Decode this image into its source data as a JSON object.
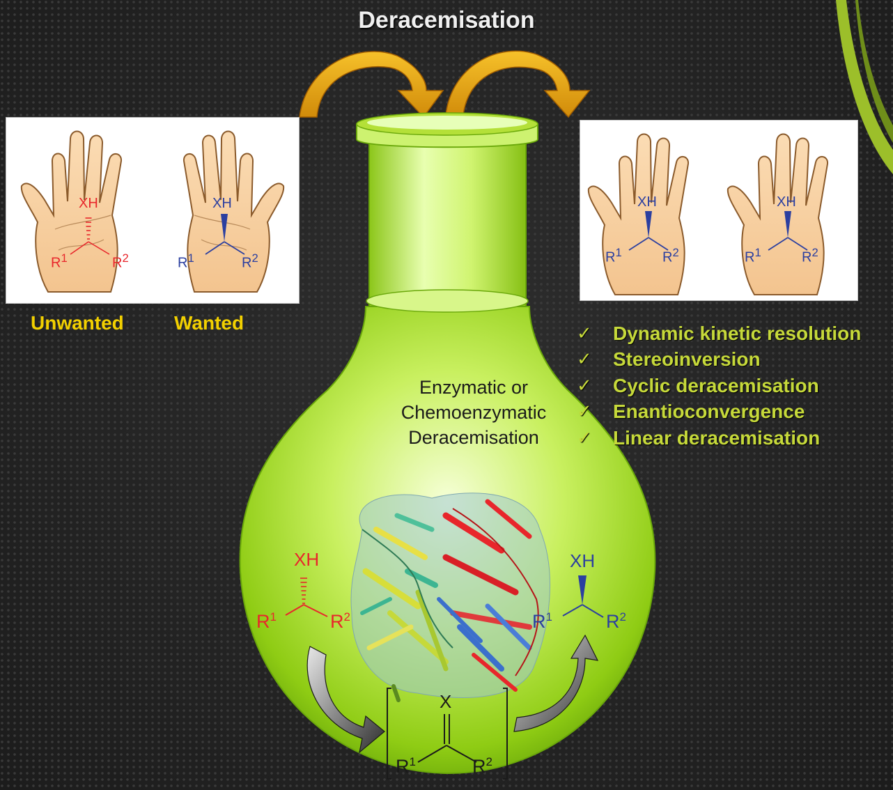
{
  "title": "Deracemisation",
  "hands": {
    "unwanted_label": "Unwanted",
    "wanted_label": "Wanted",
    "group_label": "XH",
    "r1": "R",
    "r1_sup": "1",
    "r2": "R",
    "r2_sup": "2"
  },
  "flask": {
    "line1": "Enzymatic or",
    "line2": "Chemoenzymatic",
    "line3": "Deracemisation"
  },
  "molecules": {
    "xh": "XH",
    "x": "X",
    "r": "R",
    "sup1": "1",
    "sup2": "2"
  },
  "methods": [
    "Dynamic kinetic resolution",
    "Stereoinversion",
    "Cyclic deracemisation",
    "Enantioconvergence",
    "Linear deracemisation"
  ],
  "check_mark": "✓",
  "colors": {
    "unwanted": "#e8262b",
    "wanted": "#2b3fa0",
    "accent_yellow": "#f2d000",
    "list_green": "#c6d93a",
    "flask_green": "#b8e830"
  }
}
